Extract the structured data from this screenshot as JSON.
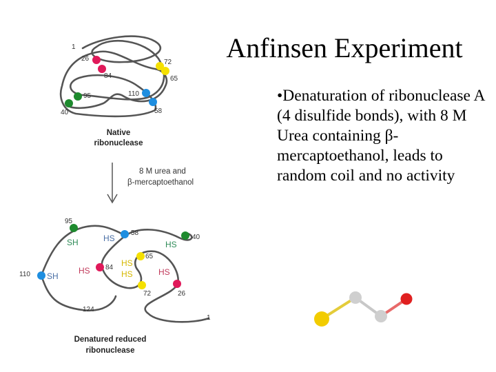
{
  "title": "Anfinsen Experiment",
  "bullet": "•Denaturation of ribonuclease A (4 disulfide bonds), with 8 M Urea containing β-mercaptoethanol, leads to random coil and no activity",
  "native": {
    "caption_line1": "Native",
    "caption_line2": "ribonuclease",
    "residues": {
      "r1": "1",
      "r26": "26",
      "r72": "72",
      "r84": "84",
      "r65": "65",
      "r95": "95",
      "r110": "110",
      "r40": "40",
      "r58": "58"
    }
  },
  "reaction": {
    "line1": "8 M urea and",
    "line2": "β-mercaptoethanol"
  },
  "denatured": {
    "caption_line1": "Denatured reduced",
    "caption_line2": "ribonuclease",
    "residues": {
      "r95": "95",
      "r58": "58",
      "r40": "40",
      "r110": "110",
      "r84": "84",
      "r65": "65",
      "r72": "72",
      "r26": "26",
      "r124": "124",
      "r1": "1"
    },
    "groups": {
      "sh95": "SH",
      "hs58": "HS",
      "hs40": "HS",
      "sh110": "SH",
      "hs84": "HS",
      "hs65": "HS",
      "hs72": "HS",
      "hs26": "HS"
    }
  },
  "colors": {
    "cys26_84": "#e0195a",
    "cys65_72": "#f5e000",
    "cys40_95": "#1e8a2e",
    "cys58_110": "#1e8ee0",
    "molecule_s": "#f2cc00",
    "molecule_c": "#cfcfcf",
    "molecule_o": "#e02020"
  }
}
